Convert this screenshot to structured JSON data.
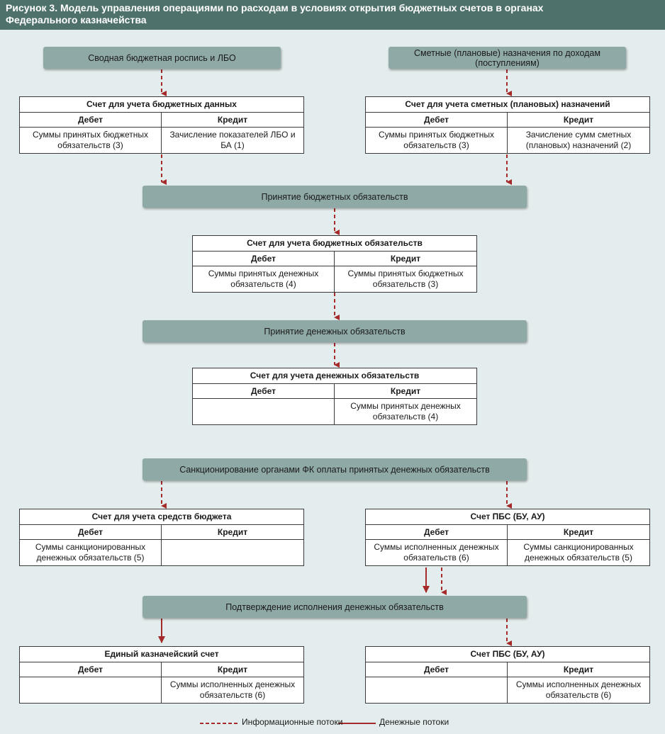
{
  "figure": {
    "title_line1": "Рисунок 3. Модель управления операциями по расходам в условиях открытия бюджетных счетов в органах",
    "title_line2": "Федерального казначейства"
  },
  "bars": {
    "svodnaya": "Сводная бюджетная роспись и ЛБО",
    "smetnye": "Сметные (плановые) назначения по доходам (поступлениям)",
    "prinyatie_budg": "Принятие бюджетных обязательств",
    "prinyatie_den": "Принятие денежных обязательств",
    "sankcionirovanie": "Санкционирование органами ФК оплаты принятых денежных обязательств",
    "podtverzhdenie": "Подтверждение исполнения денежных обязательств"
  },
  "tables": {
    "budg_dannye": {
      "title": "Счет для учета бюджетных данных",
      "debit": "Дебет",
      "credit": "Кредит",
      "debit_value": "Суммы принятых бюджетных обязательств (3)",
      "credit_value": "Зачисление показателей ЛБО и БА (1)"
    },
    "smetnye": {
      "title": "Счет для учета сметных (плановых) назначений",
      "debit": "Дебет",
      "credit": "Кредит",
      "debit_value": "Суммы принятых бюджетных обязательств (3)",
      "credit_value": "Зачисление сумм сметных (плановых) назначений (2)"
    },
    "budg_obyaz": {
      "title": "Счет для учета бюджетных обязательств",
      "debit": "Дебет",
      "credit": "Кредит",
      "debit_value": "Суммы принятых денежных обязательств (4)",
      "credit_value": "Суммы принятых бюджетных обязательств (3)"
    },
    "den_obyaz": {
      "title": "Счет для учета денежных обязательств",
      "debit": "Дебет",
      "credit": "Кредит",
      "debit_value": "",
      "credit_value": "Суммы принятых денежных обязательств (4)"
    },
    "sredstva": {
      "title": "Счет для учета средств бюджета",
      "debit": "Дебет",
      "credit": "Кредит",
      "debit_value": "Суммы санкционированных денежных обязательств (5)",
      "credit_value": ""
    },
    "pbs1": {
      "title": "Счет ПБС (БУ, АУ)",
      "debit": "Дебет",
      "credit": "Кредит",
      "debit_value": "Суммы исполненных денежных обязательств (6)",
      "credit_value": "Суммы санкционированных денежных обязательств (5)"
    },
    "eks": {
      "title": "Единый казначейский счет",
      "debit": "Дебет",
      "credit": "Кредит",
      "debit_value": "",
      "credit_value": "Суммы исполненных денежных обязательств (6)"
    },
    "pbs2": {
      "title": "Счет ПБС (БУ, АУ)",
      "debit": "Дебет",
      "credit": "Кредит",
      "debit_value": "",
      "credit_value": "Суммы исполненных денежных обязательств (6)"
    }
  },
  "legend": {
    "info": "Информационные потоки",
    "money": "Денежные потоки"
  },
  "colors": {
    "header_bg": "#4f716c",
    "bar_bg": "#8fa9a6",
    "background": "#e4eded",
    "arrow": "#a52a2a"
  }
}
